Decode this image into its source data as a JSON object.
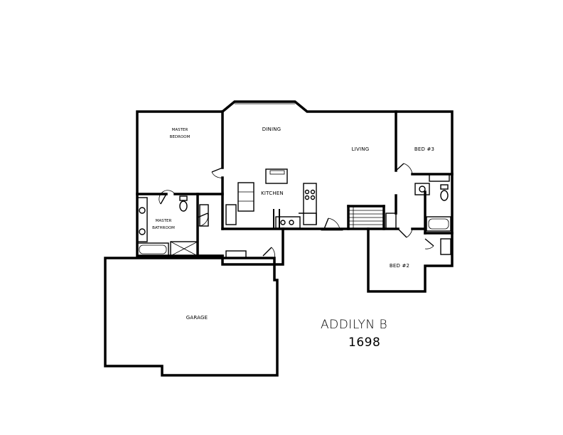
{
  "plan": {
    "name": "ADDILYN B",
    "sqft": "1698"
  },
  "rooms": {
    "master_bedroom_line1": "MASTER",
    "master_bedroom_line2": "BEDROOM",
    "dining": "DINING",
    "living": "LIVING",
    "bed3": "BED #3",
    "kitchen": "KITCHEN",
    "master_bath_line1": "MASTER",
    "master_bath_line2": "BATHROOM",
    "bed2": "BED #2",
    "garage": "GARAGE"
  }
}
